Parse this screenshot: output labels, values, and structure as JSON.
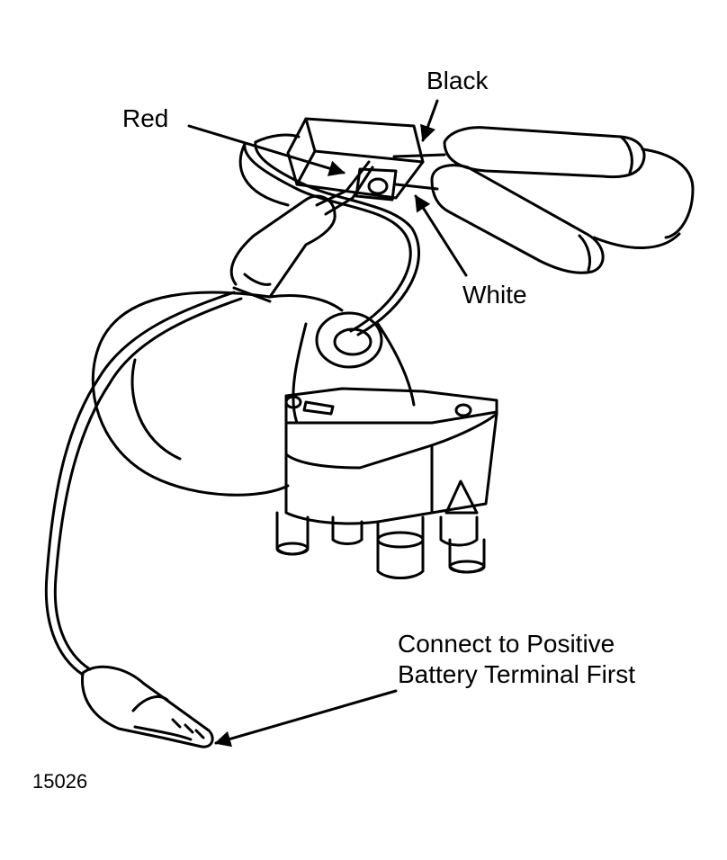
{
  "labels": {
    "black": "Black",
    "red": "Red",
    "white": "White",
    "connect_line1": "Connect to Positive",
    "connect_line2": "Battery Terminal First"
  },
  "figure_number": "15026",
  "colors": {
    "ink": "#000000",
    "paper": "#ffffff"
  }
}
